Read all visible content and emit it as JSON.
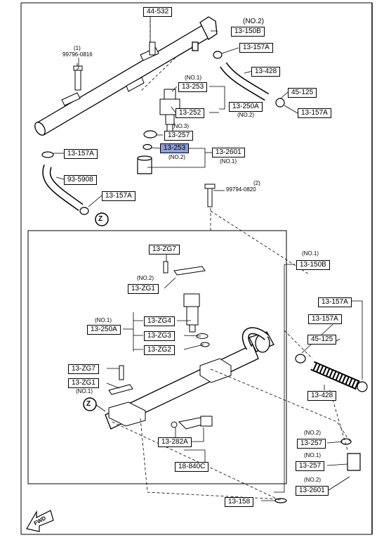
{
  "labels": {
    "u_44_532": "44-532",
    "u_no2_a": "(NO.2)",
    "u_13_150B": "13-150B",
    "u_13_157A_a": "13-157A",
    "u_1": "(1)",
    "u_99796_0816": "99796-0816",
    "u_13_428": "13-428",
    "u_no1_a": "(NO.1)",
    "u_13_253_a": "13-253",
    "u_45_125": "45-125",
    "u_13_250A": "13-250A",
    "u_13_252": "13-252",
    "u_13_157A_b": "13-157A",
    "u_no2_b": "(NO.2)",
    "u_no3": "(NO.3)",
    "u_13_257": "13-257",
    "u_13_253_b": "13-253",
    "u_13_2601": "13-2601",
    "u_13_157A_c": "13-157A",
    "u_no2_c": "(NO.2)",
    "u_no1_b": "(NO.1)",
    "u_93_5908": "93-5908",
    "u_2": "(2)",
    "u_99794_0820": "99794-0820",
    "u_13_157A_d": "13-157A",
    "z_upper": "Z",
    "l_13_ZG7_a": "13-ZG7",
    "l_no1_a": "(NO.1)",
    "l_13_150B": "13-150B",
    "l_no2_a": "(NO.2)",
    "l_13_ZG1_a": "13-ZG1",
    "l_13_157A_a": "13-157A",
    "l_13_ZG4": "13-ZG4",
    "l_13_157A_b": "13-157A",
    "l_no1_b": "(NO.1)",
    "l_13_250A": "13-250A",
    "l_13_ZG3": "13-ZG3",
    "l_45_125": "45-125",
    "l_13_ZG2": "13-ZG2",
    "l_13_ZG7_b": "13-ZG7",
    "l_13_ZG1_b": "13-ZG1",
    "l_no1_c": "(NO.1)",
    "l_13_428": "13-428",
    "z_lower": "Z",
    "l_no2_b": "(NO.2)",
    "l_13_282A": "13-282A",
    "l_13_257_a": "13-257",
    "l_no1_d": "(NO.1)",
    "l_18_840C": "18-840C",
    "l_13_257_b": "13-257",
    "l_no2_c": "(NO.2)",
    "l_13_2601": "13-2601",
    "l_13_158": "13-158",
    "fwd": "FWD"
  },
  "colors": {
    "highlight": "#8c9fd6",
    "line": "#000000",
    "background": "#ffffff"
  }
}
